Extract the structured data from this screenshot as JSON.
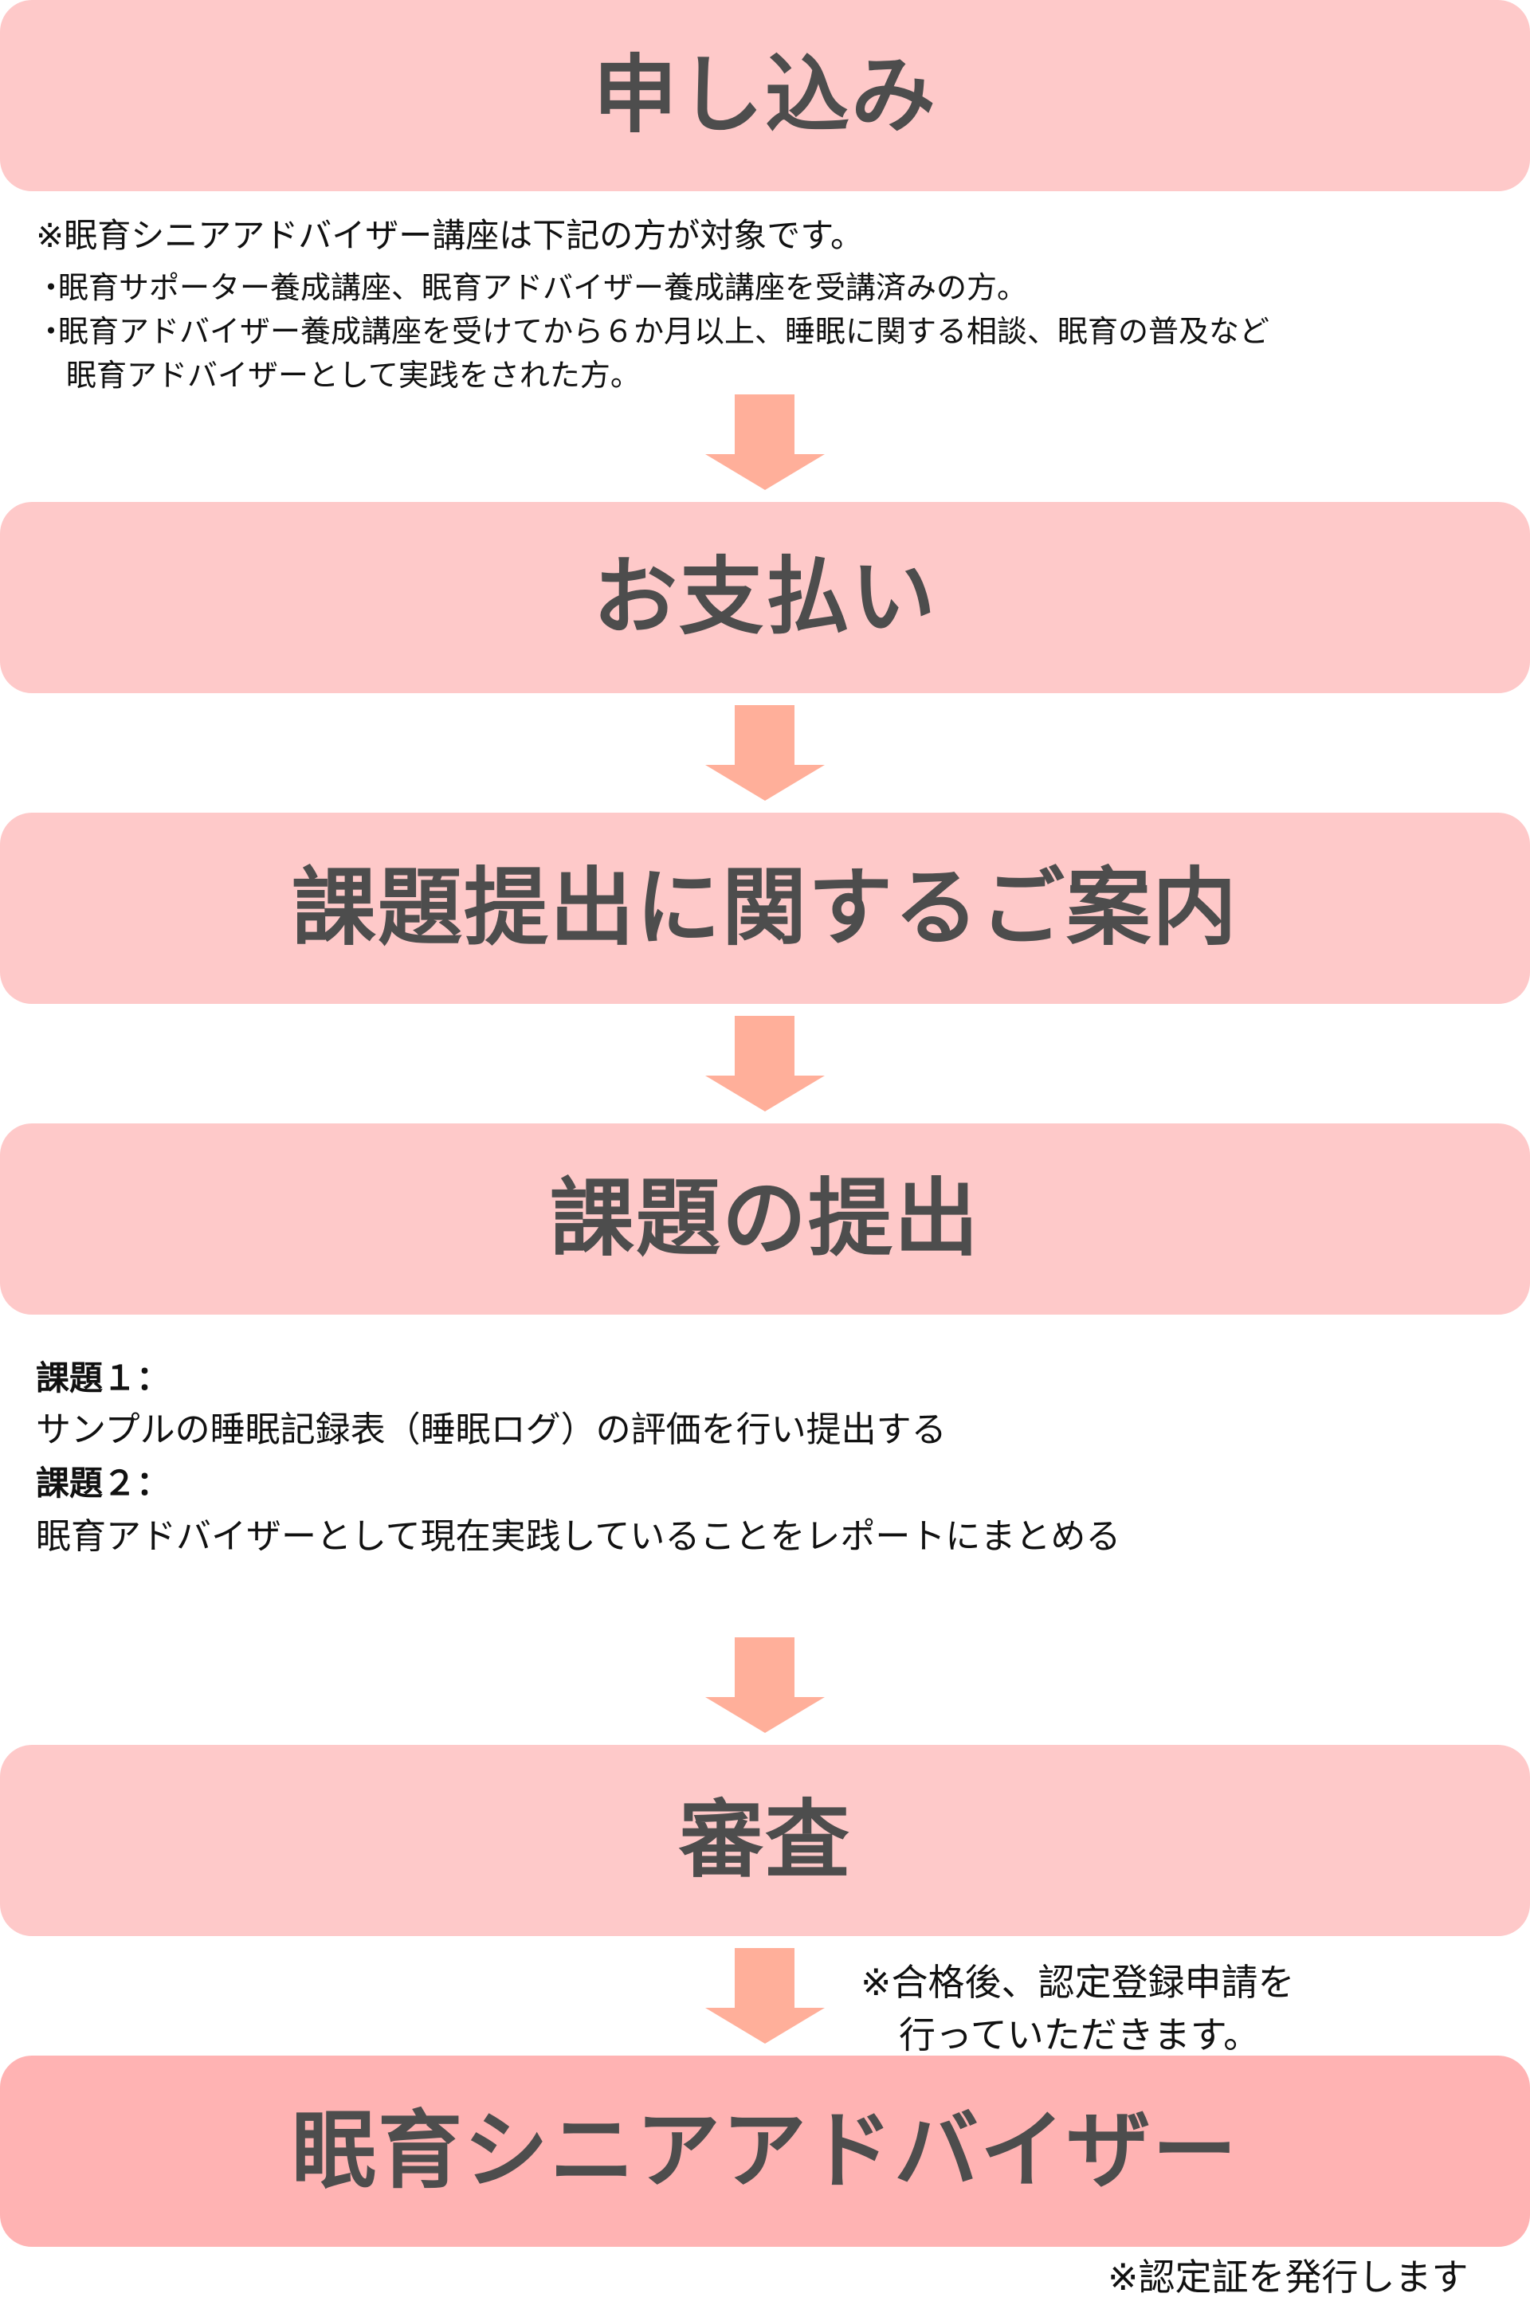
{
  "colors": {
    "step_bg": "#FEC9C9",
    "final_bg": "#FFB3B3",
    "arrow": "#FFAF9A",
    "title_text": "#4D4D4D",
    "body_text": "#111111"
  },
  "steps": [
    {
      "title": "申し込み"
    },
    {
      "title": "お支払い"
    },
    {
      "title": "課題提出に関するご案内"
    },
    {
      "title": "課題の提出"
    },
    {
      "title": "審査"
    },
    {
      "title": "眠育シニアアドバイザー"
    }
  ],
  "eligibility": {
    "lead": "※眠育シニアアドバイザー講座は下記の方が対象です。",
    "bullets": [
      {
        "marker": "・",
        "text": "眠育サポーター養成講座、眠育アドバイザー養成講座を受講済みの方。"
      },
      {
        "marker": "・",
        "text": "眠育アドバイザー養成講座を受けてから６か月以上、睡眠に関する相談、眠育の普及など",
        "continuation": "眠育アドバイザーとして実践をされた方。"
      }
    ]
  },
  "tasks": [
    {
      "label": "課題１：",
      "text": "サンプルの睡眠記録表（睡眠ログ）の評価を行い提出する"
    },
    {
      "label": "課題２：",
      "text": "眠育アドバイザーとして現在実践していることをレポートにまとめる"
    }
  ],
  "review_note": {
    "line1": "※合格後、認定登録申請を",
    "line2": "行っていただきます。"
  },
  "footer_note": "※認定証を発行します",
  "arrows": [
    {
      "icon": "arrow-down-icon"
    },
    {
      "icon": "arrow-down-icon"
    },
    {
      "icon": "arrow-down-icon"
    },
    {
      "icon": "arrow-down-icon"
    },
    {
      "icon": "arrow-down-icon"
    }
  ]
}
